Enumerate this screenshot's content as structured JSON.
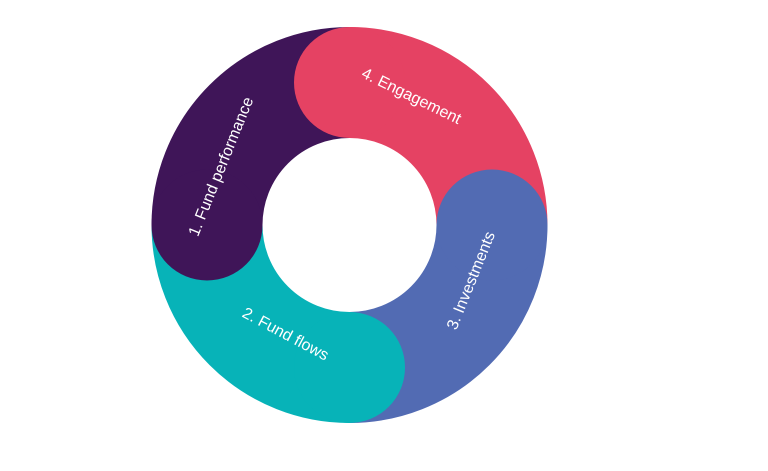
{
  "segments": [
    {
      "label": "1. Fund performance",
      "color": "#3f1558"
    },
    {
      "label": "2. Fund flows",
      "color": "#07b3b8"
    },
    {
      "label": "3. Investments",
      "color": "#526bb3"
    },
    {
      "label": "4. Engagement",
      "color": "#e54263"
    }
  ]
}
